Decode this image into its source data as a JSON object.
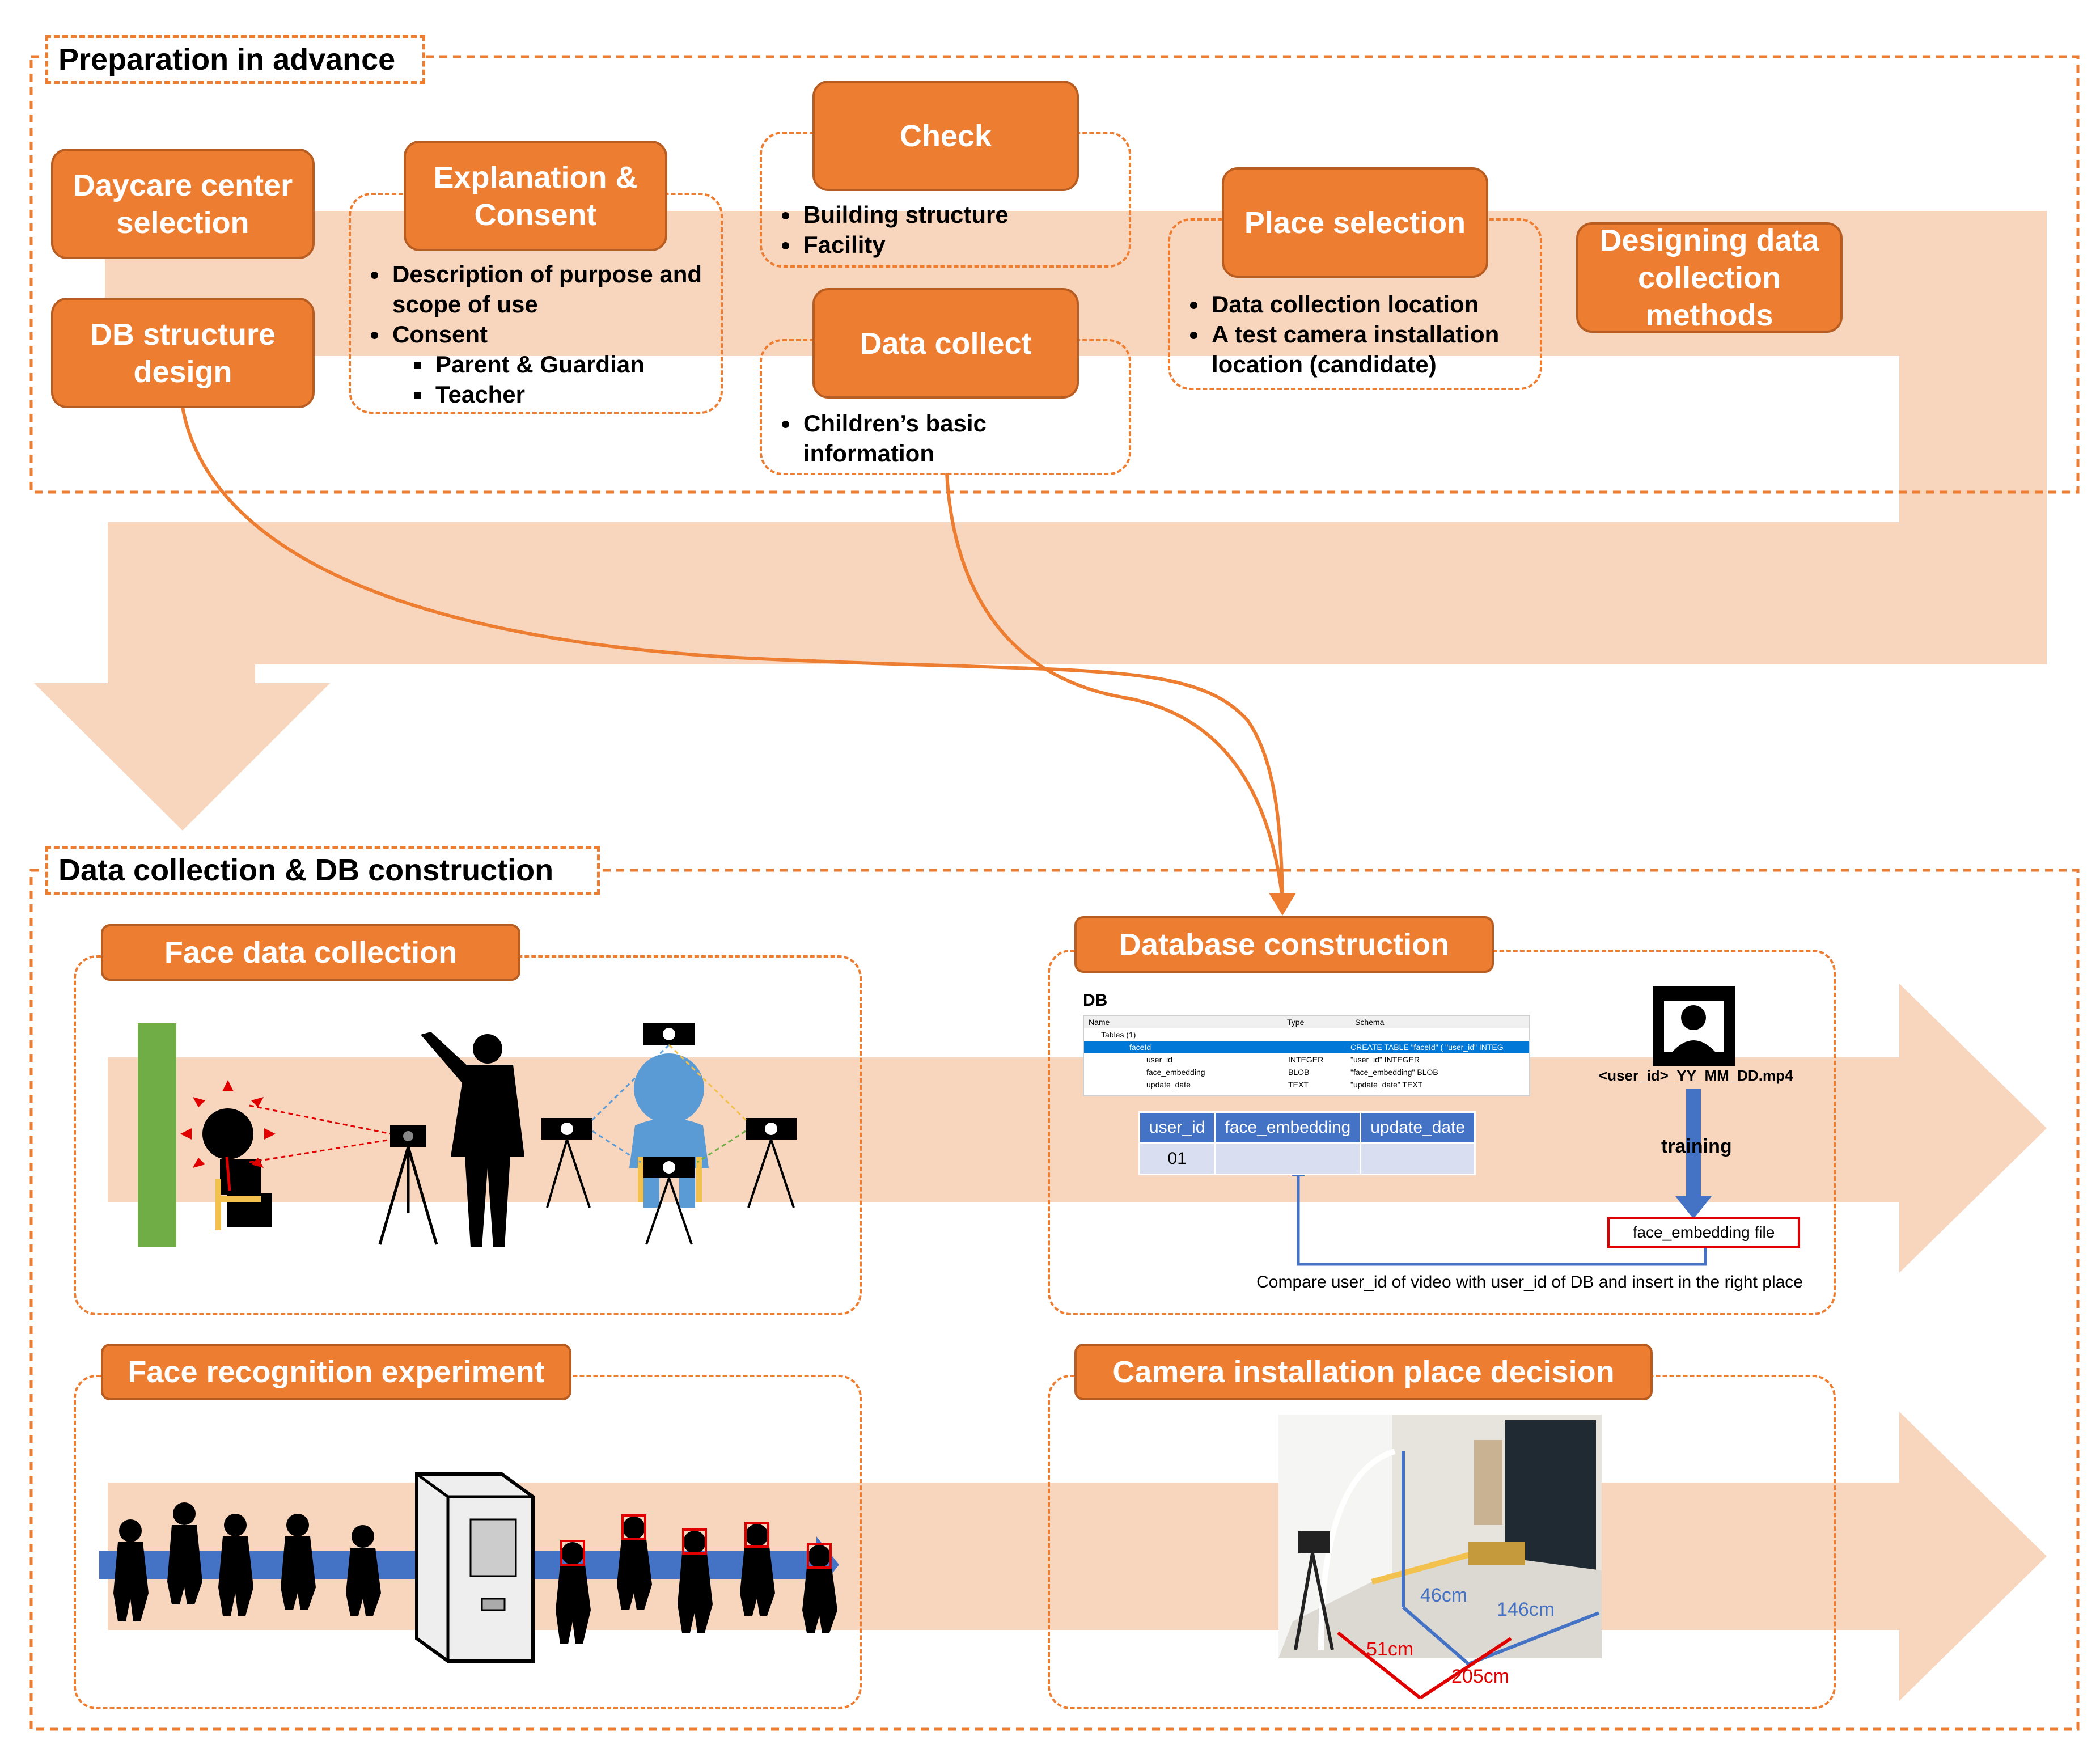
{
  "sections": {
    "prep_title": "Preparation in advance",
    "collection_title": "Data collection & DB construction"
  },
  "prep": {
    "daycare": "Daycare center selection",
    "db_structure": "DB structure design",
    "explanation": "Explanation & Consent",
    "explanation_bullets": [
      "Description of purpose and scope of use",
      "Consent"
    ],
    "consent_sub": [
      "Parent & Guardian",
      "Teacher"
    ],
    "check": "Check",
    "check_bullets": [
      "Building structure",
      "Facility"
    ],
    "data_collect": "Data collect",
    "data_collect_bullets": [
      "Children’s basic information"
    ],
    "place": "Place selection",
    "place_bullets": [
      "Data collection location",
      "A test camera installation location (candidate)"
    ],
    "designing": "Designing data collection methods"
  },
  "collection": {
    "face_data": "Face data collection",
    "face_recognition": "Face recognition experiment",
    "database_construction": "Database construction",
    "camera_place": "Camera installation place decision"
  },
  "db": {
    "label": "DB",
    "schema_headers": [
      "Name",
      "Type",
      "Schema"
    ],
    "schema_rows": [
      {
        "name": "Tables (1)",
        "type": "",
        "schema": ""
      },
      {
        "name": "faceId",
        "type": "",
        "schema": "CREATE TABLE \"faceId\" ( \"user_id\" INTEG"
      },
      {
        "name": "user_id",
        "type": "INTEGER",
        "schema": "\"user_id\" INTEGER"
      },
      {
        "name": "face_embedding",
        "type": "BLOB",
        "schema": "\"face_embedding\" BLOB"
      },
      {
        "name": "update_date",
        "type": "TEXT",
        "schema": "\"update_date\" TEXT"
      }
    ],
    "table_headers": [
      "user_id",
      "face_embedding",
      "update_date"
    ],
    "table_row": [
      "01",
      "",
      ""
    ],
    "video_name": "<user_id>_YY_MM_DD.mp4",
    "training": "training",
    "embedding_file": "face_embedding file",
    "compare_note": "Compare user_id of video with user_id of DB and insert in the right place"
  },
  "camera": {
    "d1": "46cm",
    "d2": "146cm",
    "d3": "51cm",
    "d4": "205cm"
  },
  "colors": {
    "orange": "#ed7d31",
    "peach": "#f8d5bd",
    "blue": "#4472c4",
    "green": "#70ad47",
    "red": "#e00000"
  }
}
